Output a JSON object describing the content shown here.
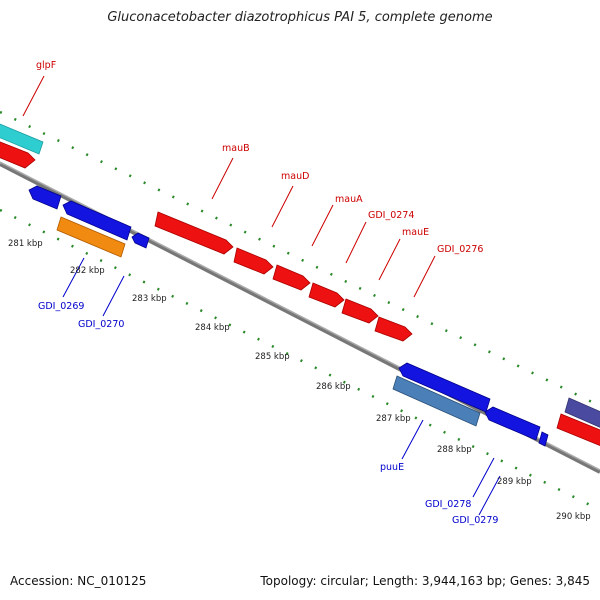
{
  "title": "Gluconacetobacter diazotrophicus PAI 5, complete genome",
  "footer": {
    "accession": "Accession: NC_010125",
    "summary": "Topology: circular; Length: 3,944,163 bp; Genes: 3,845"
  },
  "colors": {
    "backbone": "#8a8a8a",
    "tick": "#2a8a2a",
    "forward_label": "#cc0000",
    "reverse_label": "#0000cc",
    "red_gene": "#ee1111",
    "blue_gene": "#1414e0",
    "cyan_gene": "#2ecdd0",
    "orange_gene": "#f08a10",
    "steel_gene": "#4a7fb8",
    "purple_gene": "#4a4aa0"
  },
  "ticks": [
    "281 kbp",
    "282 kbp",
    "283 kbp",
    "284 kbp",
    "285 kbp",
    "286 kbp",
    "287 kbp",
    "288 kbp",
    "289 kbp",
    "290 kbp"
  ],
  "forward_labels": [
    "glpF",
    "mauB",
    "mauD",
    "mauA",
    "GDI_0274",
    "mauE",
    "GDI_0276"
  ],
  "reverse_labels": [
    "GDI_0269",
    "GDI_0270",
    "puuE",
    "GDI_0278",
    "GDI_0279"
  ]
}
